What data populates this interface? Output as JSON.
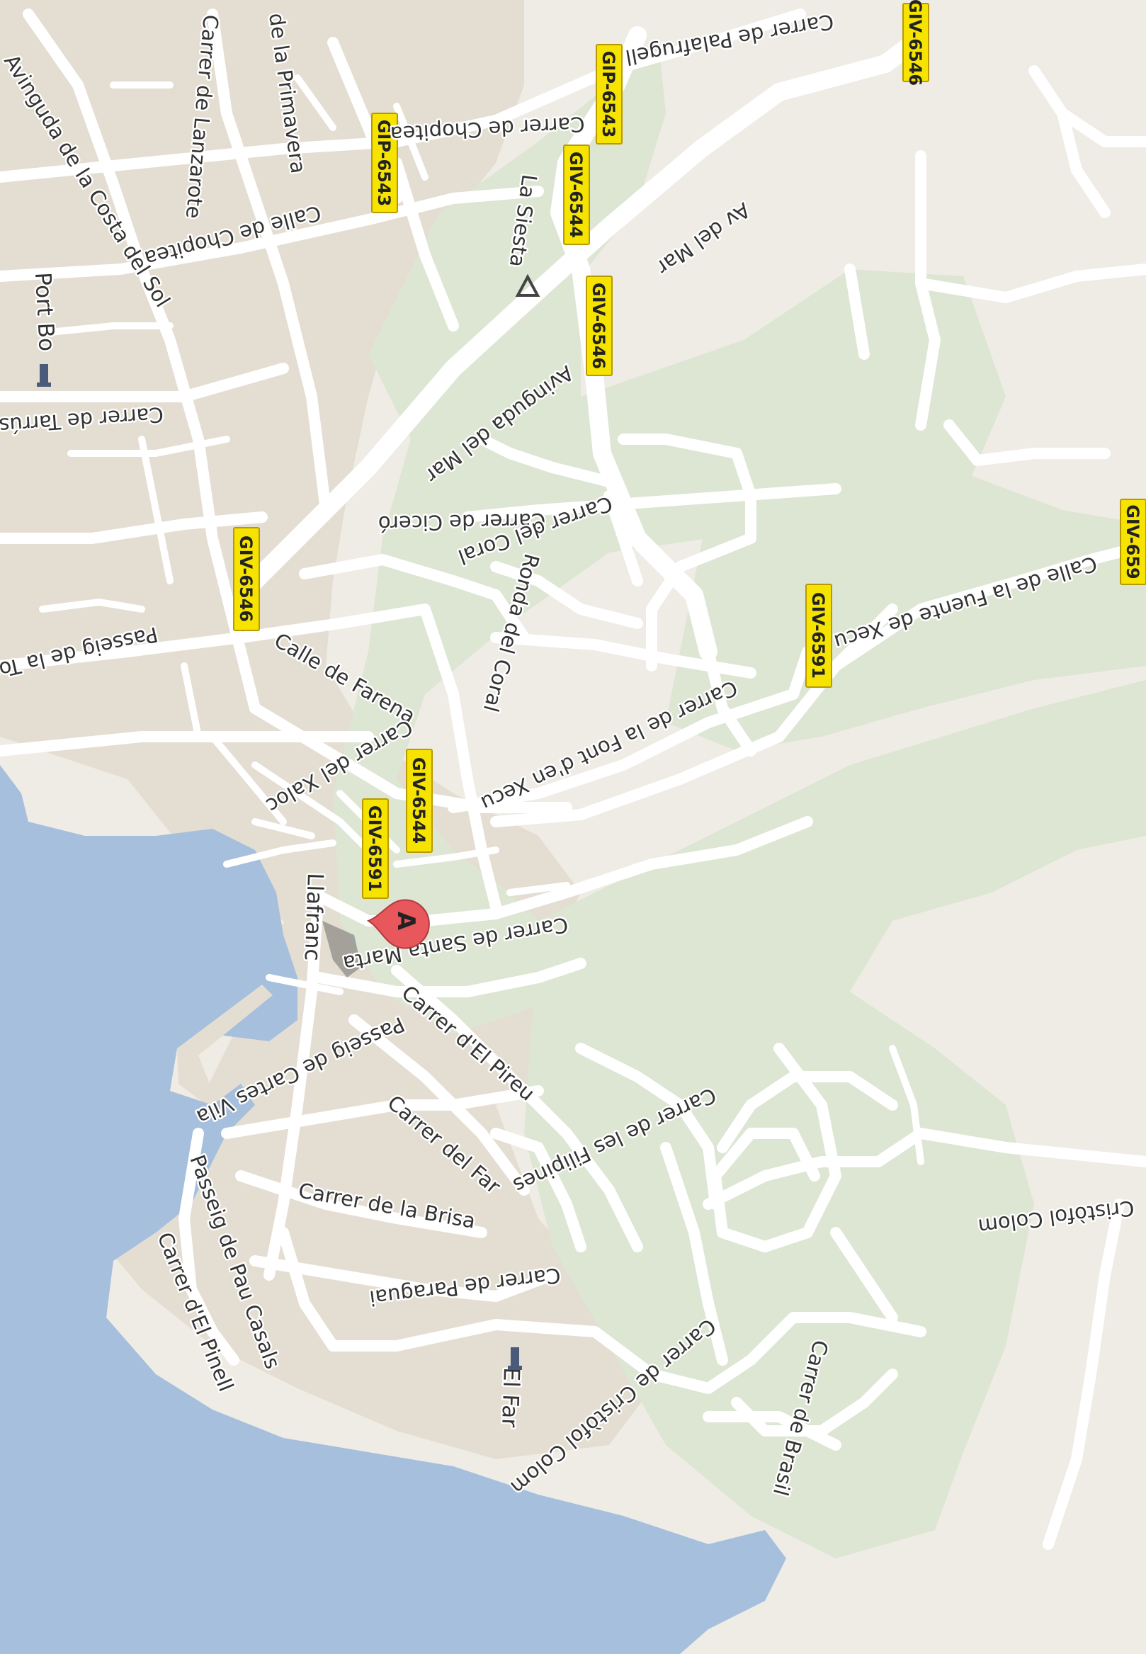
{
  "map": {
    "colors": {
      "water": "#a5bfdd",
      "urban": "#e4ddd1",
      "park": "#dde5d3",
      "land": "#efece6",
      "road": "#ffffff",
      "shield": "#f6e400",
      "marker": "#e8575c"
    },
    "streets": [
      "Avinguda de la Costa del Sol",
      "Carrer de Lanzarote",
      "de la Primavera",
      "Carrer de Chopitea",
      "Calle de Chopitea",
      "Carrer de Palafrugell",
      "La Siesta",
      "Av del Mar",
      "Avinguda del Mar",
      "Carrer de Tarrús",
      "Carrer de Ciceró",
      "Carrer del Coral",
      "Ronda del Coral",
      "Calle de la Fuente de Xecu",
      "Passeig de la Torre",
      "Calle de Farena",
      "Carrer del Xaloc",
      "Carrer de la Font d'en Xecu",
      "Carrer de Santa Marta",
      "Carrer d'El Pireu",
      "Passeig de Cartes Vila",
      "Carrer de les Filipines",
      "Carrer del Far",
      "Carrer de la Brisa",
      "Passeig de Pau Casals",
      "Carrer d'El Pinell",
      "Carrer de Paraguai",
      "Carrer de Cristòfol Colom",
      "Cristòfol Colom",
      "Carrer de Brasil"
    ],
    "places": [
      "Port Bo",
      "Llafranc",
      "El Far"
    ],
    "shields": [
      "GIP-6543",
      "GIP-6543",
      "GIV-6544",
      "GIV-6546",
      "GIV-6546",
      "GIV-6546",
      "GIV-6591",
      "GIV-6591",
      "GIV-6544",
      "GIV-659"
    ],
    "marker": {
      "label": "A"
    },
    "icons": [
      "viewpoint-icon",
      "monument-icon",
      "lighthouse-icon",
      "location-marker-icon"
    ]
  }
}
